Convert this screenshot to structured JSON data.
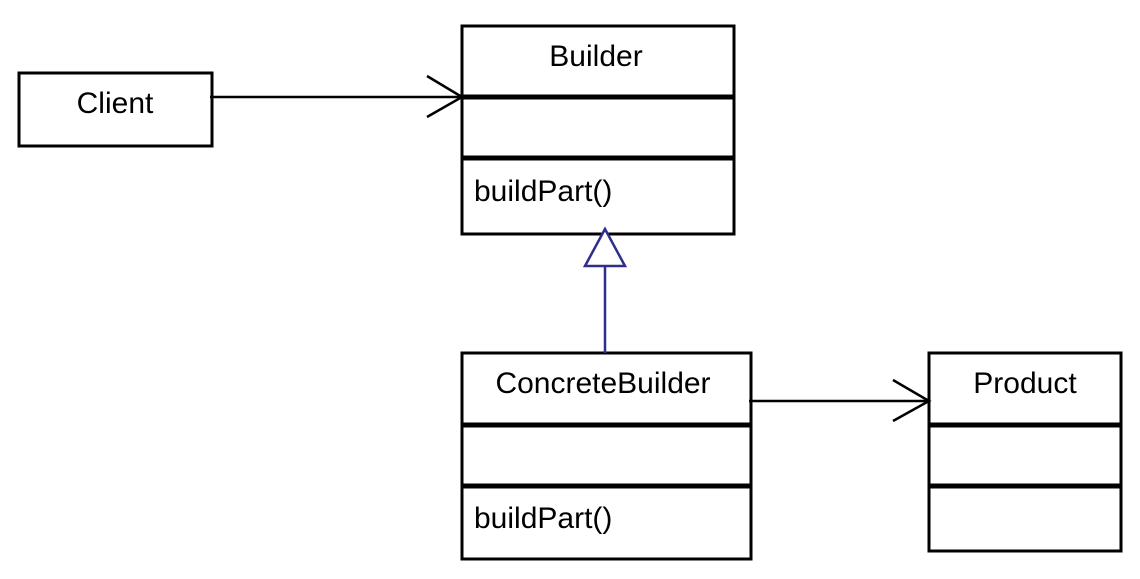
{
  "colors": {
    "line": "#000000",
    "generalization": "#2e2e8f",
    "background": "#ffffff"
  },
  "classes": {
    "client": {
      "name": "Client"
    },
    "builder": {
      "name": "Builder",
      "operation": "buildPart()"
    },
    "concrete_builder": {
      "name": "ConcreteBuilder",
      "operation": "buildPart()"
    },
    "product": {
      "name": "Product"
    }
  },
  "relations": [
    {
      "type": "association",
      "from": "Client",
      "to": "Builder"
    },
    {
      "type": "generalization",
      "from": "ConcreteBuilder",
      "to": "Builder"
    },
    {
      "type": "association",
      "from": "ConcreteBuilder",
      "to": "Product"
    }
  ]
}
